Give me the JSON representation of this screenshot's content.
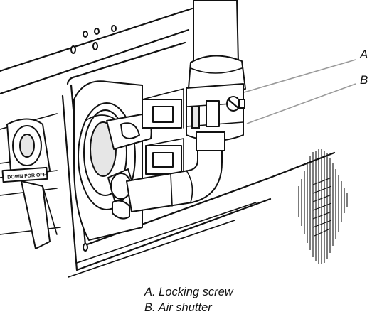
{
  "callouts": {
    "a": "A",
    "b": "B"
  },
  "caption": {
    "line_a": "A. Locking screw",
    "line_b": "B. Air shutter"
  },
  "label_text": "DOWN FOR OFF"
}
